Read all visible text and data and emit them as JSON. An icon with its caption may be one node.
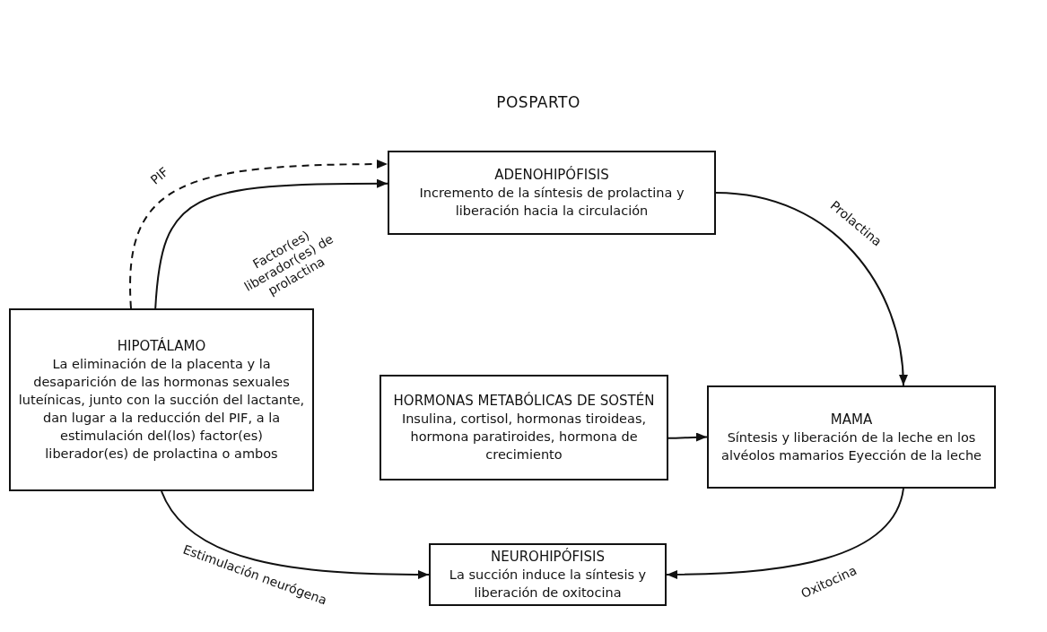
{
  "diagram": {
    "title": "POSPARTO",
    "nodes": [
      {
        "text": [
          "ADENOHIPÓFISIS",
          "Incremento de la síntesis de prolactina y liberación hacia la circulación"
        ]
      },
      {
        "text": [
          "HIPOTÁLAMO",
          "La eliminación de la placenta y la desaparición de las hormonas sexuales luteínicas, junto con la succión del lactante, dan lugar a la reducción del PIF, a la estimulación del(los) factor(es) liberador(es) de prolactina o ambos"
        ]
      },
      {
        "text": [
          "HORMONAS METABÓLICAS DE SOSTÉN",
          "Insulina, cortisol, hormonas tiroideas, hormona paratiroides, hormona de crecimiento"
        ]
      },
      {
        "text": [
          "MAMA",
          "Síntesis y liberación de la leche en los alvéolos mamarios Eyección de la leche"
        ]
      },
      {
        "text": [
          "NEUROHIPÓFISIS",
          "La succión induce la síntesis y liberación de oxitocina"
        ]
      }
    ],
    "edges": [
      {
        "from": 1,
        "to": 0,
        "arrow": "to",
        "label": "PIF",
        "style": "dashed"
      },
      {
        "from": 1,
        "to": 0,
        "arrow": "to",
        "label": "Factor(es) liberador(es) de prolactina"
      },
      {
        "from": 0,
        "to": 3,
        "arrow": "to",
        "label": "Prolactina"
      },
      {
        "from": 2,
        "to": 3,
        "arrow": "to"
      },
      {
        "from": 1,
        "to": 4,
        "arrow": "to",
        "label": "Estimulación neurógena"
      },
      {
        "from": 3,
        "to": 4,
        "arrow": "to",
        "label": "Oxitocina"
      }
    ]
  }
}
